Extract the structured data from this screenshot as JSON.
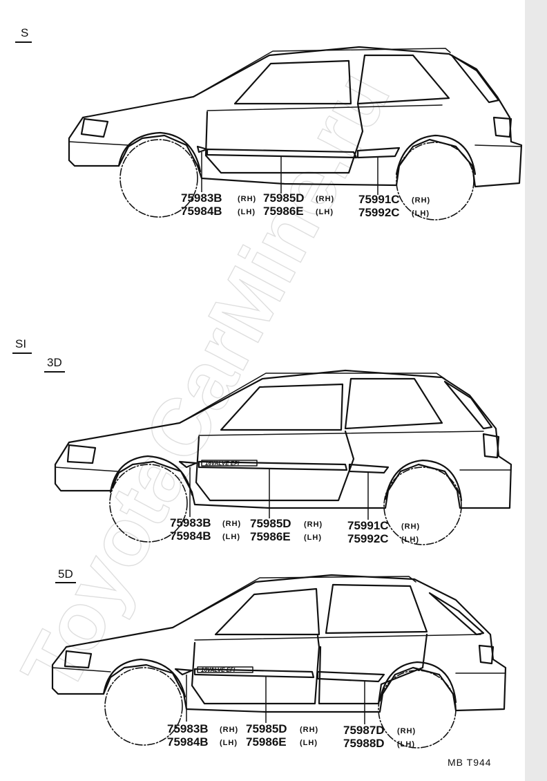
{
  "sections": {
    "s_label": "S",
    "si_label": "SI",
    "three_door_label": "3D",
    "five_door_label": "5D"
  },
  "side_labels": {
    "rh": "(RH)",
    "lh": "(LH)"
  },
  "badge_text": "16VALVE EFI",
  "diagram_s": {
    "front_rh": "75983B",
    "front_lh": "75984B",
    "door_rh": "75985D",
    "door_lh": "75986E",
    "rear_rh": "75991C",
    "rear_lh": "75992C"
  },
  "diagram_si_3d": {
    "front_rh": "75983B",
    "front_lh": "75984B",
    "door_rh": "75985D",
    "door_lh": "75986E",
    "rear_rh": "75991C",
    "rear_lh": "75992C"
  },
  "diagram_si_5d": {
    "front_rh": "75983B",
    "front_lh": "75984B",
    "door_rh": "75985D",
    "door_lh": "75986E",
    "rear_rh": "75987D",
    "rear_lh": "75988D"
  },
  "footer_ref": "MB  T944",
  "watermark": "ToyotaCarMine.ru"
}
